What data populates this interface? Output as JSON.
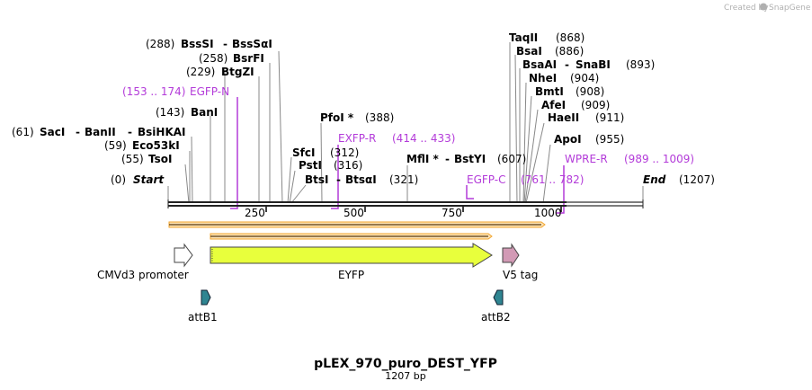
{
  "credit": {
    "created_by": "Created by",
    "app": "SnapGene"
  },
  "title": "pLEX_970_puro_DEST_YFP",
  "subtitle": "1207 bp",
  "sites": {
    "bsssi_pos": "(288)",
    "bsssi": "BssSI",
    "bsssi_dash": "-",
    "bsssi_iso": "BssSαI",
    "bsrfi_pos": "(258)",
    "bsrfi": "BsrFI",
    "btgzi_pos": "(229)",
    "btgzi": "BtgZI",
    "bani_pos": "(143)",
    "bani": "BanI",
    "saci_pos": "(61)",
    "saci": "SacI",
    "saci_dash1": "-",
    "banii": "BanII",
    "saci_dash2": "-",
    "bsihkai": "BsiHKAI",
    "eco53ki_pos": "(59)",
    "eco53ki": "Eco53kI",
    "tsoi_pos": "(55)",
    "tsoi": "TsoI",
    "start_pos": "(0)",
    "start": "Start",
    "pfoi": "PfoI *",
    "pfoi_pos": "(388)",
    "sfci": "SfcI",
    "sfci_pos": "(312)",
    "psti": "PstI",
    "psti_pos": "(316)",
    "btsi": "BtsI",
    "btsi_dash": "-",
    "btsai": "BtsαI",
    "btsi_pos": "(321)",
    "mfli": "MflI *",
    "mfli_dash": "-",
    "bstyi": "BstYI",
    "mfli_pos": "(607)",
    "taqii": "TaqII",
    "taqii_pos": "(868)",
    "bsai": "BsaI",
    "bsai_pos": "(886)",
    "bsaai": "BsaAI",
    "bsaai_dash": "-",
    "snabi": "SnaBI",
    "bsaai_pos": "(893)",
    "nhei": "NheI",
    "nhei_pos": "(904)",
    "bmti": "BmtI",
    "bmti_pos": "(908)",
    "afei": "AfeI",
    "afei_pos": "(909)",
    "haeii": "HaeII",
    "haeii_pos": "(911)",
    "apoi": "ApoI",
    "apoi_pos": "(955)",
    "end": "End",
    "end_pos": "(1207)"
  },
  "primers": {
    "egfpn_range": "(153 .. 174)",
    "egfpn": "EGFP-N",
    "exfpr": "EXFP-R",
    "exfpr_range": "(414 .. 433)",
    "egfpc": "EGFP-C",
    "egfpc_range": "(761 .. 782)",
    "wprer": "WPRE-R",
    "wprer_range": "(989 .. 1009)"
  },
  "ruler": {
    "t250": "250",
    "t500": "500",
    "t750": "750",
    "t1000": "1000"
  },
  "features": {
    "cmv": "CMVd3 promoter",
    "eyfp": "EYFP",
    "v5": "V5 tag",
    "attb1": "attB1",
    "attb2": "attB2"
  },
  "colors": {
    "primer": "#b33bd9",
    "eyfp": "#e8ff3c",
    "v5": "#d29ab5",
    "att": "#2f8591",
    "orf": "#f2a52e"
  }
}
